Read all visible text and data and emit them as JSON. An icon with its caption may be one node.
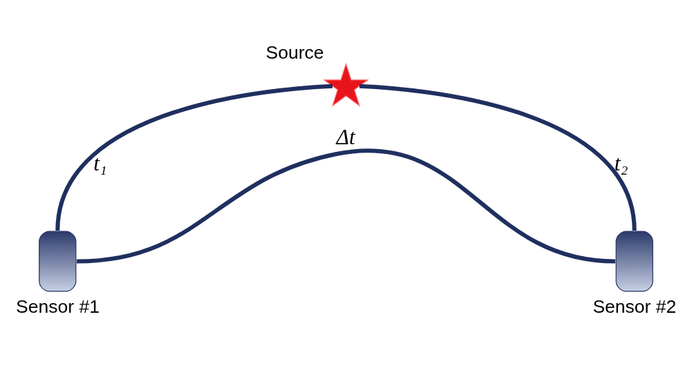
{
  "diagram": {
    "nodes": [
      {
        "text": [
          "Source"
        ]
      },
      {
        "text": [
          "Sensor #1"
        ]
      },
      {
        "text": [
          "Sensor #2"
        ]
      }
    ],
    "edges": [
      {
        "from": 0,
        "to": 1,
        "arrow": "none",
        "label": "t₁"
      },
      {
        "from": 0,
        "to": 2,
        "arrow": "none",
        "label": "t₂"
      },
      {
        "from": 1,
        "to": 2,
        "arrow": "none",
        "label": "Δt"
      }
    ]
  }
}
